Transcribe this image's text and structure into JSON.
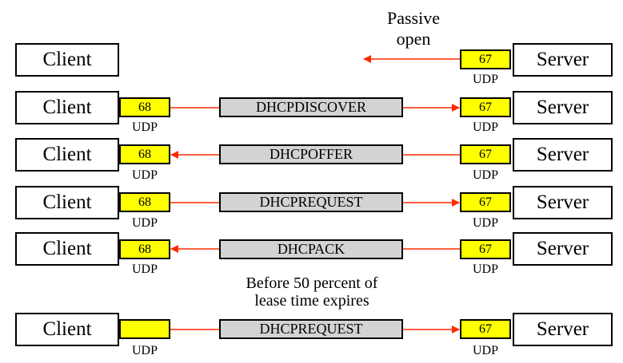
{
  "labels": {
    "client": "Client",
    "server": "Server",
    "client_port": "68",
    "server_port": "67",
    "protocol": "UDP"
  },
  "notes": {
    "passive_open_line1": "Passive",
    "passive_open_line2": "open",
    "before_line1": "Before 50 percent of",
    "before_line2": "lease time expires"
  },
  "messages": {
    "discover": "DHCPDISCOVER",
    "offer": "DHCPOFFER",
    "request": "DHCPREQUEST",
    "ack": "DHCPACK",
    "renew_request": "DHCPREQUEST"
  },
  "colors": {
    "arrow": "#ff2a00",
    "port_fill": "#ffff00",
    "message_fill": "#d3d3d3"
  }
}
